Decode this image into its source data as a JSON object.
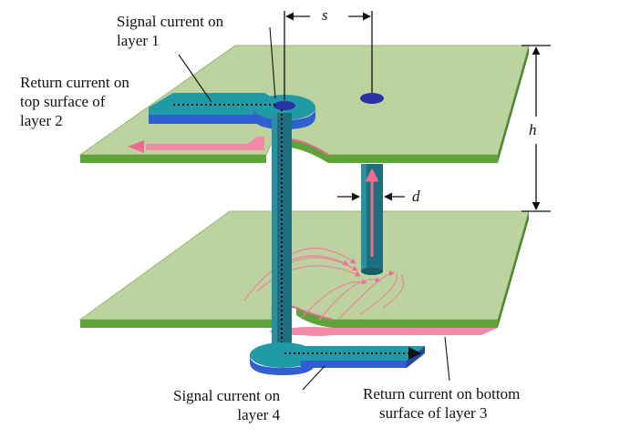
{
  "labels": {
    "signal_layer1": [
      "Signal current on",
      "layer 1"
    ],
    "return_layer2": [
      "Return current on",
      "top surface of",
      "layer 2"
    ],
    "signal_layer4": [
      "Signal current on",
      "layer 4"
    ],
    "return_layer3": [
      "Return current on bottom",
      "surface of layer 3"
    ]
  },
  "dimensions": {
    "spacing": "s",
    "height": "h",
    "diameter": "d"
  },
  "colors": {
    "plane_top": "#bcd39f",
    "plane_edge": "#5fa43a",
    "trace_blue": "#2f5fd0",
    "trace_teal": "#1f9aa6",
    "via_teal": "#1e6e7e",
    "return_pink": "#f08aa8",
    "field_line": "#e8849c",
    "current_path": "#111111"
  }
}
